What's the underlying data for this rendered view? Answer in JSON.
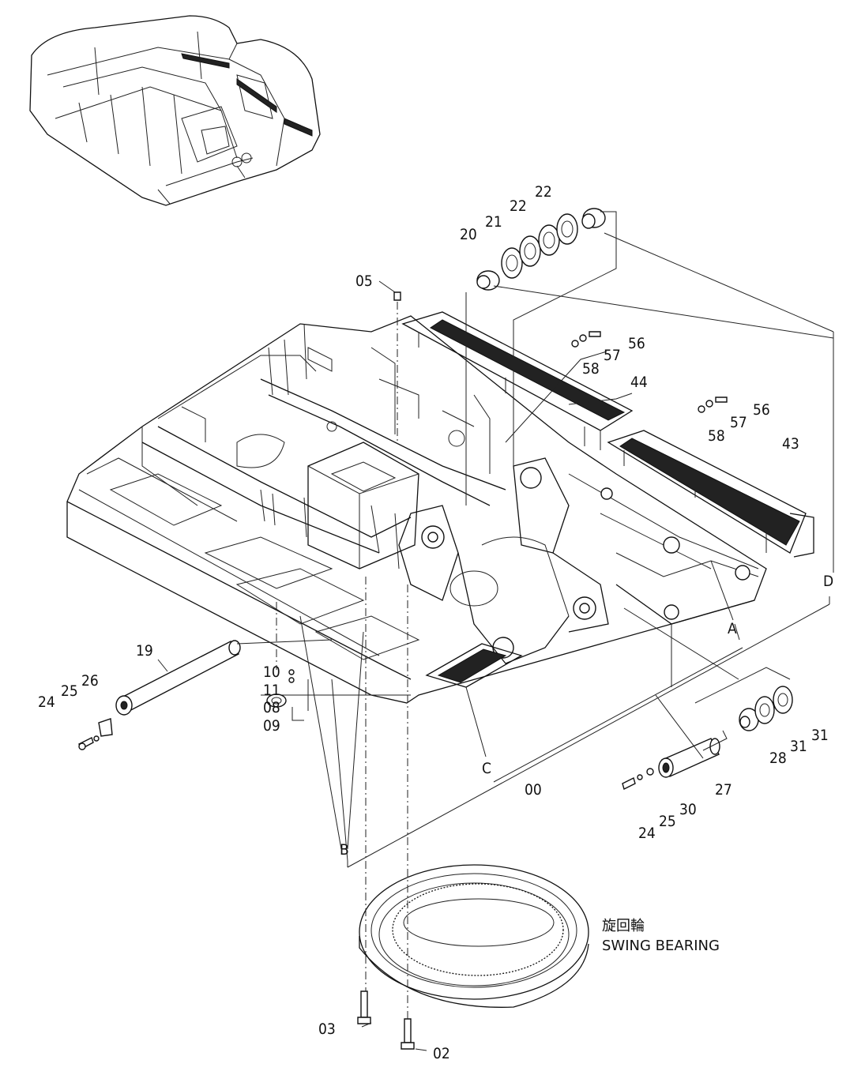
{
  "callouts": {
    "p05": "05",
    "p20": "20",
    "p21": "21",
    "p22a": "22",
    "p22b": "22",
    "p56a": "56",
    "p57a": "57",
    "p58a": "58",
    "p44": "44",
    "p56b": "56",
    "p57b": "57",
    "p58b": "58",
    "p43": "43",
    "pD": "D",
    "pA": "A",
    "p19": "19",
    "p26": "26",
    "p25a": "25",
    "p24a": "24",
    "p10": "10",
    "p11": "11",
    "p08": "08",
    "p09": "09",
    "pC": "C",
    "p00": "00",
    "pB": "B",
    "p28": "28",
    "p31a": "31",
    "p31b": "31",
    "p27": "27",
    "p30": "30",
    "p25b": "25",
    "p24b": "24",
    "p03": "03",
    "p02": "02"
  },
  "bearing_label": {
    "japanese": "旋回輪",
    "english": "SWING BEARING"
  },
  "icons": [
    "excavator-overview-icon"
  ]
}
